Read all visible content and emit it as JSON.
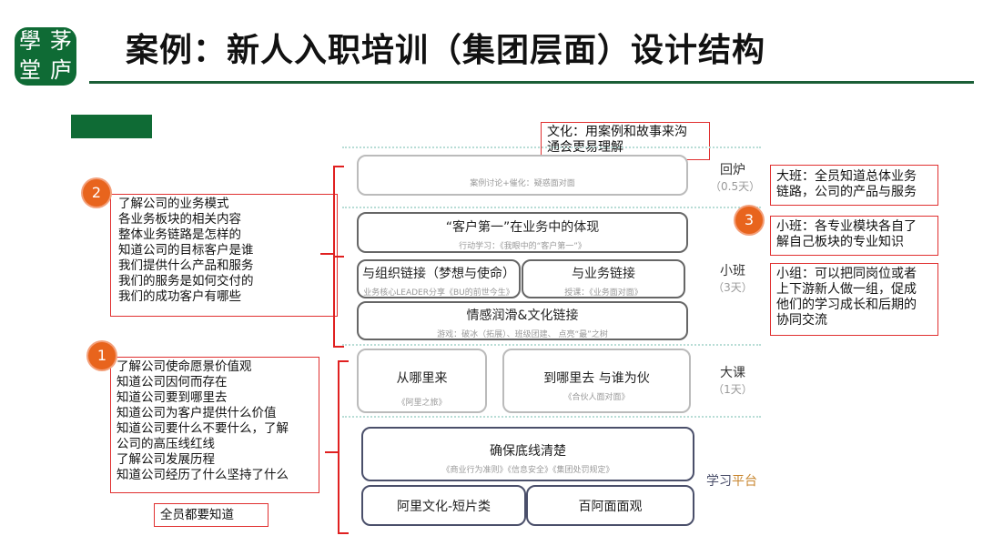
{
  "logo": {
    "chars": [
      "學",
      "茅",
      "堂",
      "庐"
    ]
  },
  "title": "案例：新人入职培训（集团层面）设计结构",
  "culture_note": [
    "文化：用案例和故事来沟",
    "通会更易理解"
  ],
  "left_notes": {
    "n2": {
      "badge": "2",
      "lines": [
        "了解公司的业务模式",
        "各业务板块的相关内容",
        "整体业务链路是怎样的",
        "知道公司的目标客户是谁",
        "我们提供什么产品和服务",
        "我们的服务是如何交付的",
        "我们的成功客户有哪些"
      ]
    },
    "n1": {
      "badge": "1",
      "lines": [
        "了解公司使命愿景价值观",
        "知道公司因何而存在",
        "知道公司要到哪里去",
        "知道公司为客户提供什么价值",
        "知道公司要什么不要什么，了解",
        "公司的高压线红线",
        "了解公司发展历程",
        "知道公司经历了什么坚持了什么"
      ]
    },
    "all": "全员都要知道"
  },
  "right_notes": {
    "big": [
      "大班：全员知道总体业务",
      "链路，公司的产品与服务"
    ],
    "small_badge": "3",
    "small": [
      "小班：各专业模块各自了",
      "解自己板块的专业知识"
    ],
    "group": [
      "小组：可以把同岗位或者",
      "上下游新人做一组，促成",
      "他们的学习成长和后期的",
      "协同交流"
    ]
  },
  "stages": {
    "huilu": {
      "name": "回炉",
      "days": "（0.5天）"
    },
    "xiaoban": {
      "name": "小班",
      "days": "（3天）"
    },
    "dake": {
      "name": "大课",
      "days": "（1天）"
    },
    "platform": {
      "a": "学习",
      "b": "平台"
    }
  },
  "boxes": {
    "huilu": {
      "sub": "案例讨论+催化：疑惑面对面"
    },
    "customer": {
      "main": "“客户第一”在业务中的体现",
      "sub": "行动学习：《我眼中的“客户第一”》"
    },
    "org": {
      "main": "与组织链接（梦想与使命）",
      "sub": "业务核心LEADER分享《BU的前世今生》"
    },
    "biz": {
      "main": "与业务链接",
      "sub": "授课：《业务面对面》"
    },
    "emotion": {
      "main": "情感润滑&文化链接",
      "sub": "游戏：破冰（拓展）、班级团建、 点亮“最”之树"
    },
    "from": {
      "main": "从哪里来",
      "sub": "《阿里之旅》"
    },
    "to": {
      "main": "到哪里去 与谁为伙",
      "sub": "《合伙人面对面》"
    },
    "bottom": {
      "main": "确保底线清楚",
      "sub": "《商业行为准则》《信息安全》《集团处罚规定》"
    },
    "video": {
      "main": "阿里文化-短片类"
    },
    "view": {
      "main": "百阿面面观"
    }
  },
  "colors": {
    "green": "#0f6b35",
    "red": "#e03030",
    "orange": "#e8641d"
  }
}
